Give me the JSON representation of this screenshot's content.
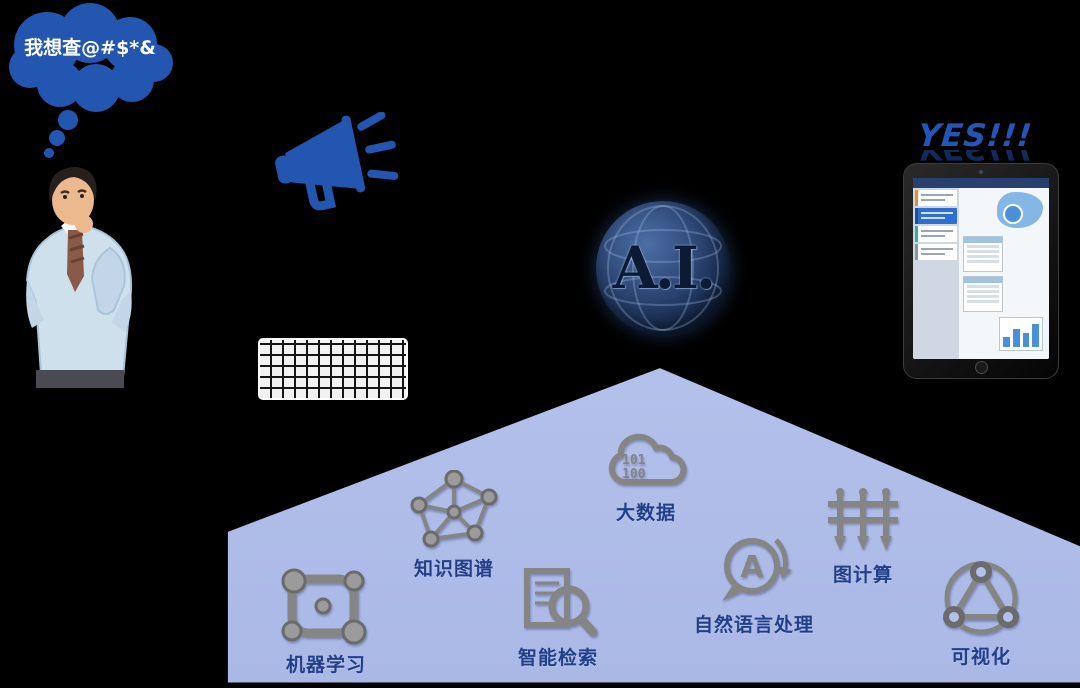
{
  "bubble": {
    "text": "我想查@#$*&"
  },
  "ai": {
    "label": "A.I."
  },
  "yes": {
    "text": "YES!!!"
  },
  "capabilities": [
    {
      "id": "machine-learning",
      "label": "机器学习"
    },
    {
      "id": "knowledge-graph",
      "label": "知识图谱"
    },
    {
      "id": "smart-search",
      "label": "智能检索"
    },
    {
      "id": "big-data",
      "label": "大数据"
    },
    {
      "id": "nlp",
      "label": "自然语言处理"
    },
    {
      "id": "graph-computing",
      "label": "图计算"
    },
    {
      "id": "visualization",
      "label": "可视化"
    }
  ],
  "big_data_binary": {
    "line1": "101",
    "line2": "100"
  },
  "nlp": {
    "letter": "A"
  },
  "colors": {
    "accent_blue": "#2356b0",
    "house_fill": "#b3c0ea",
    "label_blue": "#223f8a",
    "icon_gray": "#858585"
  }
}
